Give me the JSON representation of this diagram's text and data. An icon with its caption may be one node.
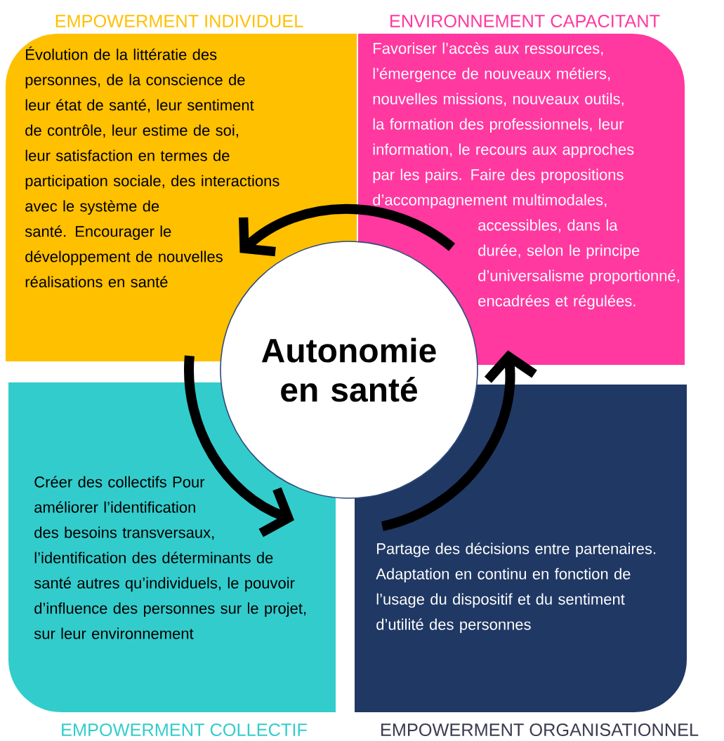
{
  "diagram": {
    "nodes": [
      {
        "text": [
          "EMPOWERMENT INDIVIDUEL",
          "Évolution de la littératie des personnes, de la conscience de leur état de santé, leur sentiment de contrôle, leur estime de soi, leur satisfaction en termes de participation sociale, des interactions avec le système de santé. Encourager le développement de nouvelles réalisations en santé"
        ]
      },
      {
        "text": [
          "ENVIRONNEMENT CAPACITANT",
          "Favoriser l’accès aux ressources, l’émergence de nouveaux métiers, nouvelles missions, nouveaux outils, la formation des professionnels, leur information, le recours aux approches par les pairs. Faire des propositions d’accompagnement multimodales, accessibles, dans la durée, selon le principe d’universalisme proportionné, encadrées et régulées."
        ]
      },
      {
        "text": [
          "Créer des collectifs Pour améliorer l’identification des besoins transversaux, l’identification des déterminants de santé autres qu’individuels, le pouvoir d’influence des personnes sur le projet, sur leur environnement",
          "EMPOWERMENT COLLECTIF"
        ]
      },
      {
        "text": [
          "Partage des décisions entre partenaires. Adaptation en continu en fonction de l’usage du dispositif et du sentiment d’utilité des personnes",
          "EMPOWERMENT ORGANISATIONNEL"
        ]
      },
      {
        "text": [
          "Autonomie en santé"
        ]
      }
    ],
    "edges": [
      {
        "from": 1,
        "to": 0,
        "arrow": "to"
      },
      {
        "from": 0,
        "to": 2,
        "arrow": "to"
      },
      {
        "from": 3,
        "to": 1,
        "arrow": "to"
      }
    ]
  }
}
